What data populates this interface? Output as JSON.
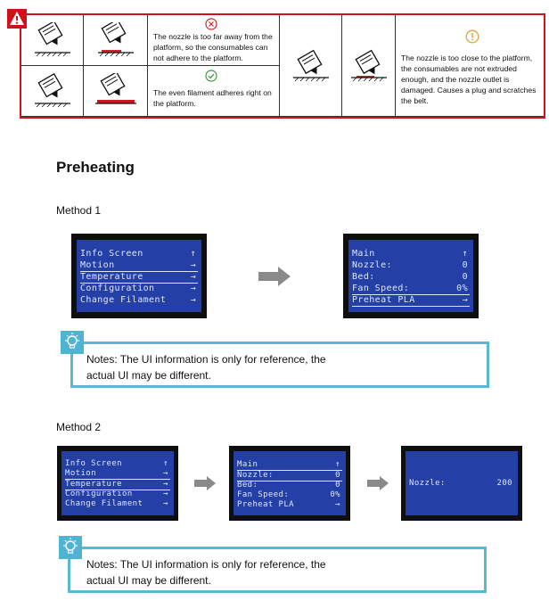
{
  "warning": {
    "too_far_text": "The nozzle is too far away from the platform, so the consumables can not adhere to the platform.",
    "even_text": "The even filament adheres right on the platform.",
    "too_close_text": "The nozzle is too close to the platform, the consumables are not extruded enough, and the nozzle outlet is damaged. Causes a plug and scratches the belt.",
    "colors": {
      "border": "#d0111b",
      "error": "#c9252c",
      "ok": "#3a9a3a",
      "caution": "#e2a33a"
    }
  },
  "preheating": {
    "title": "Preheating",
    "method1": "Method 1",
    "method2": "Method 2"
  },
  "screens": {
    "info": {
      "rows": [
        {
          "label": "Info Screen",
          "right": "↑"
        },
        {
          "label": "Motion",
          "right": "→"
        },
        {
          "label": "Temperature",
          "right": "→"
        },
        {
          "label": "Configuration",
          "right": "→"
        },
        {
          "label": "Change Filament",
          "right": "→"
        }
      ]
    },
    "temp": {
      "rows": [
        {
          "label": "Main",
          "right": "↑"
        },
        {
          "label": "Nozzle:",
          "right": "0"
        },
        {
          "label": "Bed:",
          "right": "0"
        },
        {
          "label": "Fan Speed:",
          "right": "0%"
        },
        {
          "label": "Preheat PLA",
          "right": "→"
        }
      ]
    },
    "nozzle": {
      "label": "Nozzle:",
      "value": "200"
    }
  },
  "notes": {
    "line1": "Notes: The UI information is only for reference, the",
    "line2": "actual UI may be different."
  }
}
